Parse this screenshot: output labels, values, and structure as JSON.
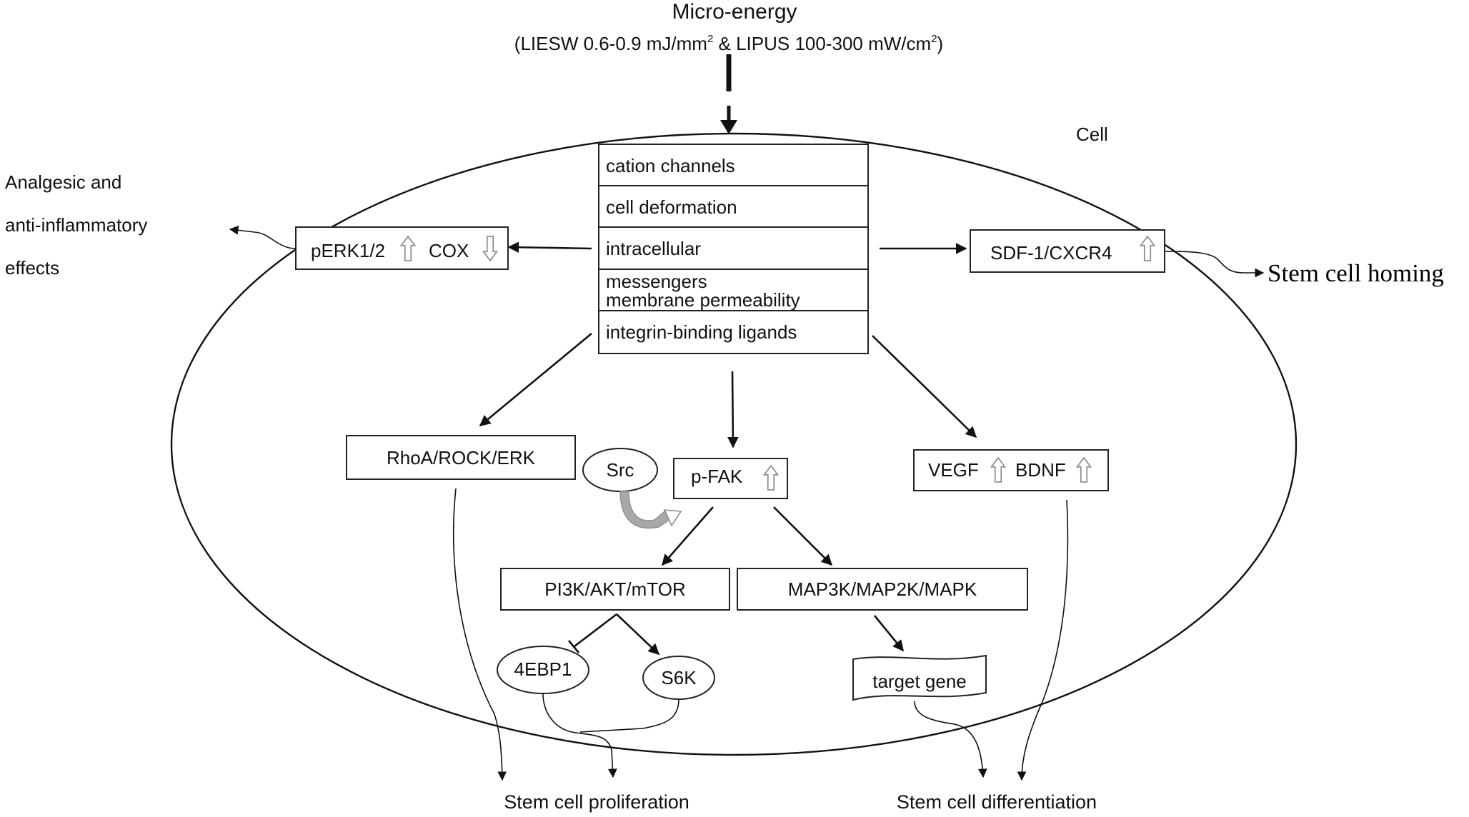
{
  "input": {
    "title": "Micro-energy",
    "params_prefix": "(LIESW 0.6-0.9 mJ/mm",
    "sup1": "2",
    "params_mid": " & LIPUS 100-300 mW/cm",
    "sup2": "2",
    "params_suffix": ")"
  },
  "cell_label": "Cell",
  "mechanisms": [
    "cation channels",
    "cell deformation",
    "intracellular",
    "messengers",
    "membrane permeability",
    "integrin-binding ligands"
  ],
  "left_branch": {
    "box_part1": "pERK1/2",
    "box_part2": "COX",
    "effect_lines": [
      "Analgesic and",
      "anti-inflammatory",
      "effects"
    ]
  },
  "right_branch": {
    "box": "SDF-1/CXCR4",
    "outcome": "Stem cell homing"
  },
  "pathways": {
    "rhoa": "RhoA/ROCK/ERK",
    "src": "Src",
    "pfak": "p-FAK",
    "vegf": "VEGF",
    "bdnf": "BDNF",
    "pi3k": "PI3K/AKT/mTOR",
    "mapk": "MAP3K/MAP2K/MAPK",
    "ebp1": "4EBP1",
    "s6k": "S6K",
    "target_gene": "target gene"
  },
  "outcomes": {
    "proliferation": "Stem cell proliferation",
    "differentiation": "Stem cell differentiation"
  },
  "colors": {
    "line": "#111111",
    "up_arrow": "#8a8a8a",
    "curved_arrow": "#a8a8a8"
  }
}
